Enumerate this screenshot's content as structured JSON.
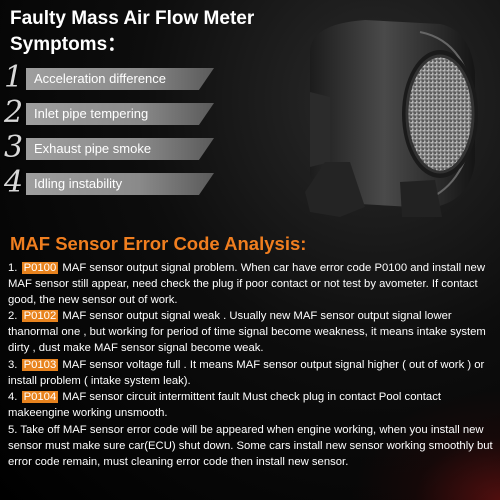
{
  "title": {
    "line1": "Faulty Mass Air Flow Meter",
    "line2": "Symptoms："
  },
  "symptoms": [
    {
      "number": "1",
      "text": "Acceleration difference"
    },
    {
      "number": "2",
      "text": "Inlet pipe tempering"
    },
    {
      "number": "3",
      "text": "Exhaust pipe smoke"
    },
    {
      "number": "4",
      "text": "Idling instability"
    }
  ],
  "analysis": {
    "heading": "MAF Sensor Error Code Analysis:",
    "items": [
      {
        "prefix": "1. ",
        "code": "P0100",
        "text": " MAF sensor output signal problem. When car have error code P0100 and install new MAF sensor still appear, need check the plug if poor contact or not test by avometer. If contact good, the new sensor out of work."
      },
      {
        "prefix": "2. ",
        "code": "P0102",
        "text": " MAF sensor output signal weak . Usually new MAF sensor output signal lower thanormal one , but working for period of time signal become weakness, it means intake system dirty , dust make MAF sensor signal become weak."
      },
      {
        "prefix": "3. ",
        "code": "P0103",
        "text": " MAF sensor voltage full . It means MAF sensor output signal higher ( out of work ) or install problem ( intake system leak)."
      },
      {
        "prefix": "4. ",
        "code": "P0104",
        "text": " MAF sensor circuit intermittent fault Must check plug in contact Pool contact makeengine working unsmooth."
      },
      {
        "prefix": "",
        "code": "",
        "text": "5. Take off MAF sensor error code will be appeared when engine working, when you install new sensor must make sure car(ECU) shut down. Some cars install new sensor working smoothly but error code remain, must cleaning error code then install new sensor."
      }
    ]
  },
  "colors": {
    "accent": "#f07e1f",
    "badge": "#e8831e",
    "text": "#ffffff"
  }
}
